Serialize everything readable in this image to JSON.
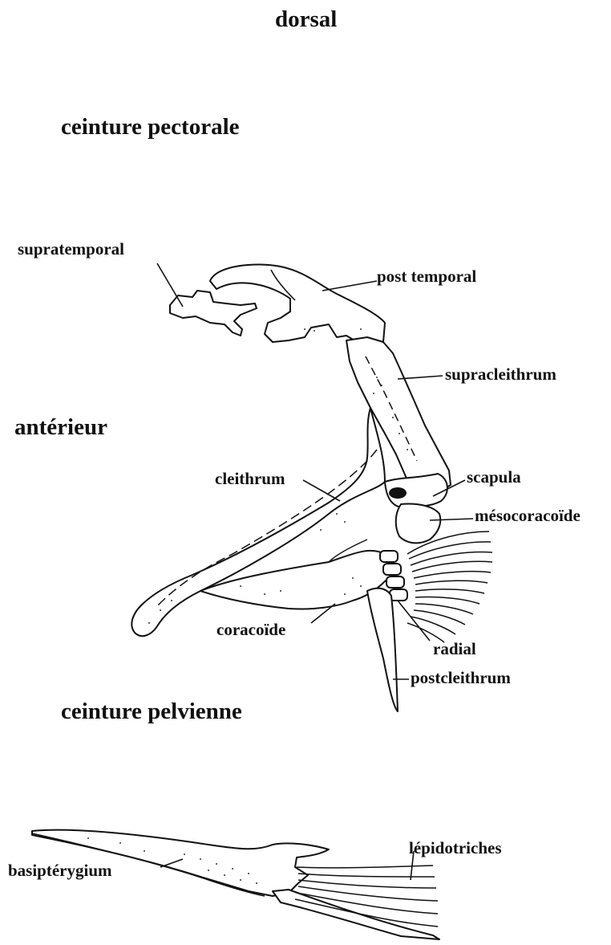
{
  "orientation": {
    "dorsal": "dorsal",
    "anterior": "antérieur"
  },
  "sections": {
    "pectoral": "ceinture pectorale",
    "pelvic": "ceinture pelvienne"
  },
  "labels": {
    "supratemporal": "supratemporal",
    "post_temporal": "post temporal",
    "supracleithrum": "supracleithrum",
    "cleithrum": "cleithrum",
    "scapula": "scapula",
    "mesocoracoide": "mésocoracoïde",
    "coracoide": "coracoïde",
    "radial": "radial",
    "postcleithrum": "postcleithrum",
    "lepidotriches": "lépidotriches",
    "basipterygium": "basiptérygium"
  }
}
